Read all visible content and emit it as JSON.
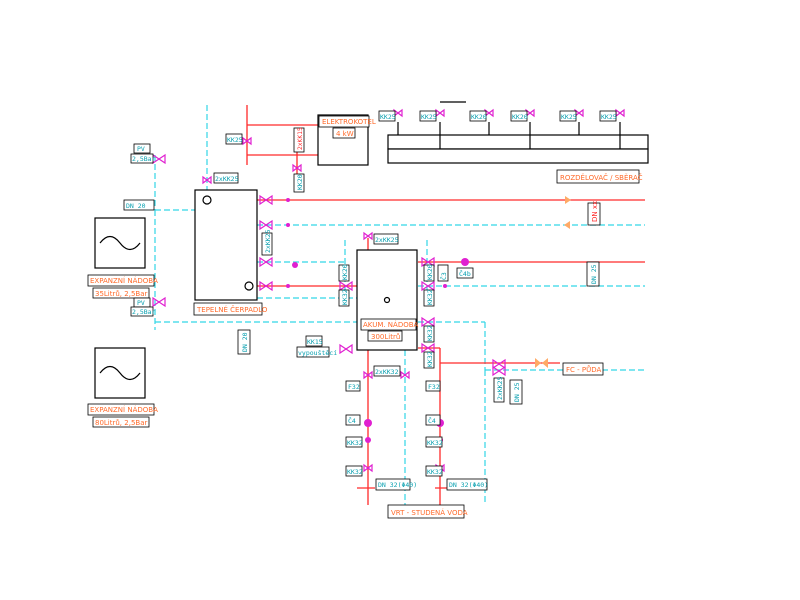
{
  "labels": {
    "elektrokotel": "ELEKTROKOTEL",
    "elektrokotel_power": "4 kW",
    "rozdelovac": "ROZDĚLOVAČ / SBĚRAČ",
    "tepelne_cerpadlo": "TEPELNÉ ČERPADLO",
    "akum_nadoba": "AKUM. NÁDOBA",
    "akum_volume": "300Litrů",
    "expanzni_1": "EXPANZNÍ NÁDOBA",
    "expanzni_1_spec": "35Litrů, 2,5Bar",
    "expanzni_2": "EXPANZNÍ NÁDOBA",
    "expanzni_2_spec": "80Litrů, 2,5Bar",
    "fc_poda": "FC - PŮDA",
    "vrt": "VRT - STUDENÁ VODA",
    "dn20_a": "DN 20",
    "dn20_b": "DN 20",
    "dn25_a": "DN 25",
    "dn25_b": "DN 25",
    "dn32_a": "DN 32(Φ40)",
    "dn32_b": "DN 32(Φ40)",
    "dn_vert": "DN xx",
    "kk15": "KK15",
    "vypousteci": "vypouštěcí",
    "pv_a": "PV",
    "pv_a_bar": "2,5Bar",
    "pv_b": "PV",
    "pv_b_bar": "2,5Bar",
    "kk20_a": "KK20",
    "kk20_b": "KK20",
    "kk20_c": "KK20",
    "kk25_top": [
      "KK25",
      "KK25",
      "KK20",
      "KK20",
      "KK25",
      "KK25"
    ],
    "kk25_left": "KK25",
    "2xkk25_a": "2xKK25",
    "2xkk25_b": "2xKK25",
    "2xkk25_c": "2xKK25",
    "2xkk25_d": "2xKK25",
    "2xkk32": "2xKK32",
    "2xkk15": "2xKK15",
    "kk32_a": "KK32",
    "kk32_b": "KK32",
    "kk32_c": "KK32",
    "kk32_d": "KK32",
    "f32_a": "F32",
    "f32_b": "F32",
    "c4_a": "Č4",
    "c4_b": "Č4",
    "c4_c": "Č4b",
    "c3": "Č3"
  }
}
